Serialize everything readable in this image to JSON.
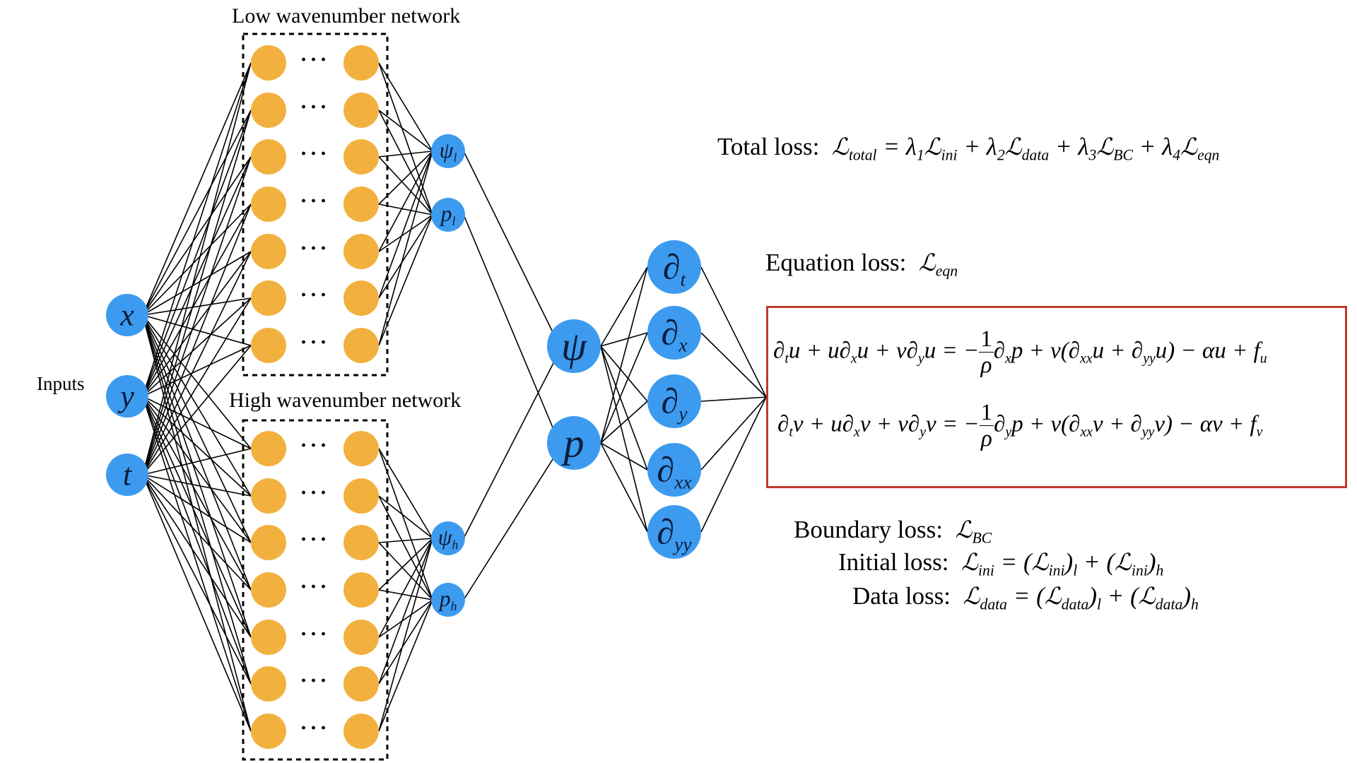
{
  "inputs_label": "Inputs",
  "low_network_title": "Low wavenumber network",
  "high_network_title": "High wavenumber network",
  "input_nodes": [
    "x",
    "y",
    "t"
  ],
  "low_outputs": [
    {
      "base": "ψ",
      "sub": "l"
    },
    {
      "base": "p",
      "sub": "l"
    }
  ],
  "high_outputs": [
    {
      "base": "ψ",
      "sub": "h"
    },
    {
      "base": "p",
      "sub": "h"
    }
  ],
  "combined_nodes": [
    "ψ",
    "p"
  ],
  "derivative_nodes": [
    {
      "base": "∂",
      "sub": "t"
    },
    {
      "base": "∂",
      "sub": "x"
    },
    {
      "base": "∂",
      "sub": "y"
    },
    {
      "base": "∂",
      "sub": "xx"
    },
    {
      "base": "∂",
      "sub": "yy"
    }
  ],
  "ellipsis": "···",
  "losses": {
    "total": {
      "name": "Total loss:",
      "expr": "ℒ_total = λ₁ℒ_ini + λ₂ℒ_data + λ₃ℒ_BC + λ₄ℒ_eqn"
    },
    "equation": {
      "name": "Equation loss:",
      "expr": "ℒ_eqn"
    },
    "boundary": {
      "name": "Boundary loss:",
      "expr": "ℒ_BC"
    },
    "initial": {
      "name": "Initial loss:",
      "expr": "ℒ_ini = (ℒ_ini)_l + (ℒ_ini)_h"
    },
    "data": {
      "name": "Data loss:",
      "expr": "ℒ_data = (ℒ_data)_l + (ℒ_data)_h"
    }
  },
  "equations": [
    "∂_t u + u∂_x u + v∂_y u = −(1/ρ)∂_x p + ν(∂_xx u + ∂_yy u) − αu + f_u",
    "∂_t v + u∂_x v + v∂_y v = −(1/ρ)∂_y p + ν(∂_xx v + ∂_yy v) − αv + f_v"
  ],
  "colors": {
    "input_node": "#3d9bef",
    "hidden_node": "#f2b13e",
    "box_border": "#c0392b",
    "line": "#000000"
  }
}
